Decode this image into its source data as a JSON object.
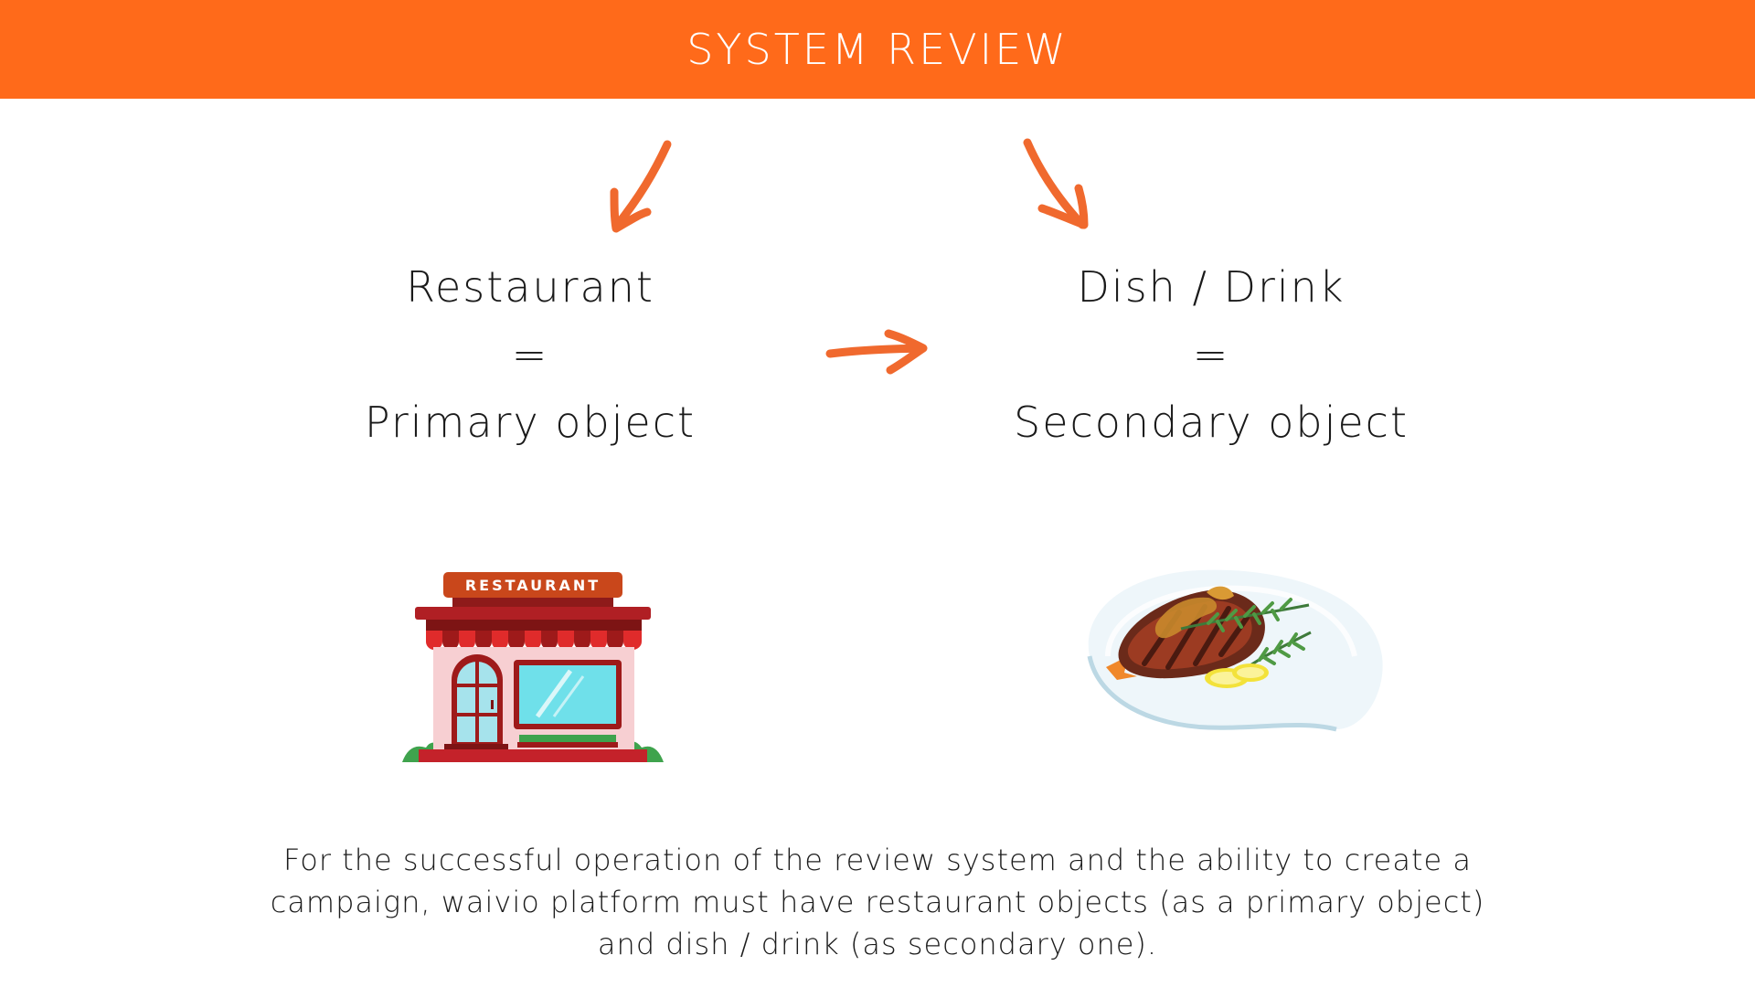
{
  "header": {
    "title": "SYSTEM REVIEW",
    "background": "#ff6a1a"
  },
  "accent_color": "#f0692e",
  "primary": {
    "name": "Restaurant",
    "equals": "=",
    "role": "Primary object"
  },
  "secondary": {
    "name": "Dish / Drink",
    "equals": "=",
    "role": "Secondary object"
  },
  "restaurant_illustration": {
    "sign_text": "RESTAURANT",
    "icon": "restaurant-storefront-icon"
  },
  "dish_illustration": {
    "icon": "steak-plate-icon"
  },
  "caption": {
    "line1": "For the successful operation of the review system and the ability to create a",
    "line2": "campaign, waivio platform must have restaurant objects (as a primary object)",
    "line3": "and dish / drink (as secondary one)."
  }
}
